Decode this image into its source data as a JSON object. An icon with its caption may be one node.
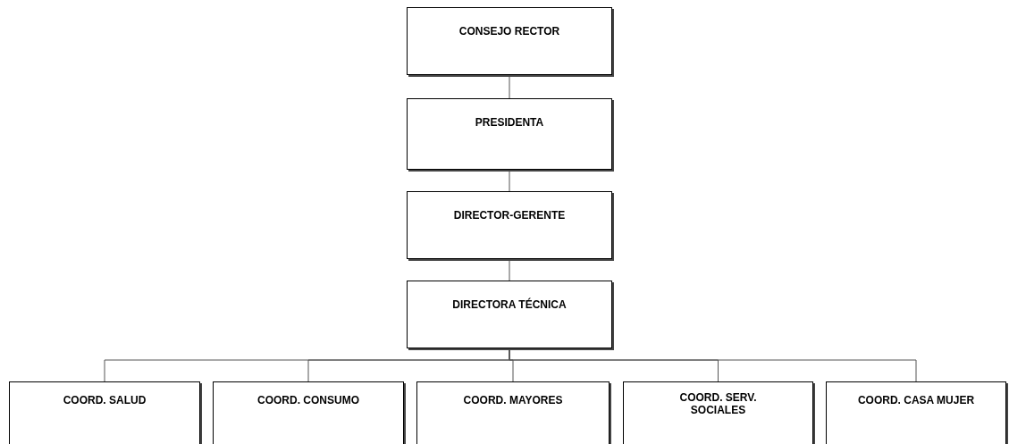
{
  "diagram": {
    "nodes": [
      {
        "text": [
          "CONSEJO RECTOR"
        ]
      },
      {
        "text": [
          "PRESIDENTA"
        ]
      },
      {
        "text": [
          "DIRECTOR-GERENTE"
        ]
      },
      {
        "text": [
          "DIRECTORA TÉCNICA"
        ]
      },
      {
        "text": [
          "COORD. SALUD"
        ]
      },
      {
        "text": [
          "COORD. CONSUMO"
        ]
      },
      {
        "text": [
          "COORD. MAYORES"
        ]
      },
      {
        "text": [
          "COORD. SERV. SOCIALES"
        ]
      },
      {
        "text": [
          "COORD. CASA MUJER"
        ]
      }
    ],
    "edges": [
      {
        "from": 0,
        "to": 1,
        "arrow": "none"
      },
      {
        "from": 1,
        "to": 2,
        "arrow": "none"
      },
      {
        "from": 2,
        "to": 3,
        "arrow": "none"
      },
      {
        "from": 3,
        "to": 4,
        "arrow": "none"
      },
      {
        "from": 3,
        "to": 5,
        "arrow": "none"
      },
      {
        "from": 3,
        "to": 6,
        "arrow": "none"
      },
      {
        "from": 3,
        "to": 7,
        "arrow": "none"
      },
      {
        "from": 3,
        "to": 8,
        "arrow": "none"
      }
    ]
  }
}
